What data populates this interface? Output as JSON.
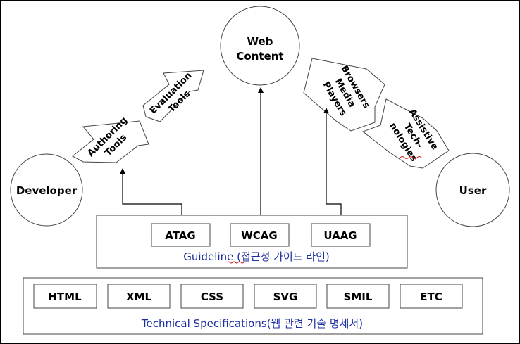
{
  "nodes": {
    "web_content": [
      "Web",
      "Content"
    ],
    "developer": "Developer",
    "user": "User"
  },
  "tools": {
    "authoring": [
      "Authoring",
      "Tools"
    ],
    "evaluation": [
      "Evaluation",
      "Tools"
    ],
    "browsers": [
      "Browsers",
      "Media",
      "Players"
    ],
    "assistive": [
      "Assistive",
      "Tech-",
      "nologies"
    ]
  },
  "guideline": {
    "items": [
      "ATAG",
      "WCAG",
      "UAAG"
    ],
    "caption": "Guideline (접근성 가이드 라인)"
  },
  "technical": {
    "items": [
      "HTML",
      "XML",
      "CSS",
      "SVG",
      "SMIL",
      "ETC"
    ],
    "caption": "Technical Specifications(웹 관련 기술 명세서)"
  },
  "colors": {
    "caption": "#1c2f9e",
    "squiggle": "#d11a1a"
  }
}
